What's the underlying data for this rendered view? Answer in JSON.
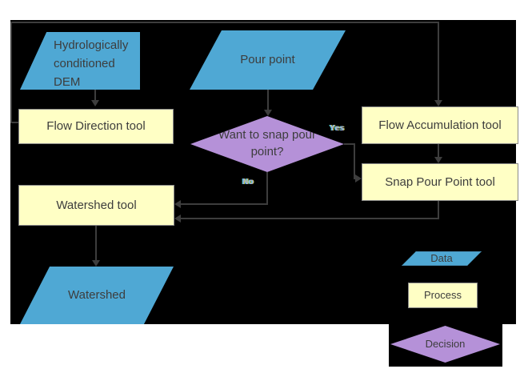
{
  "diagram": {
    "nodes": {
      "dem": "Hydrologically conditioned DEM",
      "pour_point": "Pour point",
      "flow_direction": "Flow Direction tool",
      "flow_accumulation": "Flow Accumulation tool",
      "snap_pour_point": "Snap Pour Point tool",
      "watershed_tool": "Watershed tool",
      "watershed": "Watershed",
      "decision": "Want to snap pour point?"
    },
    "edge_labels": {
      "yes": "Yes",
      "no": "No"
    },
    "legend": {
      "data": "Data",
      "process": "Process",
      "decision": "Decision"
    }
  },
  "colors": {
    "background": "#000000",
    "page": "#ffffff",
    "data_fill": "#4FA8D4",
    "data_border": "#9fb6c2",
    "legend_data_border": "#4a92ba",
    "process_fill": "#FFFFC5",
    "process_border": "#8a8a8a",
    "decision_fill": "#B591D8",
    "decision_border": "#b2a6c4",
    "line": "#3d3d3d",
    "text": "#3d3d3d",
    "edge_label": "#9aa7e0"
  }
}
